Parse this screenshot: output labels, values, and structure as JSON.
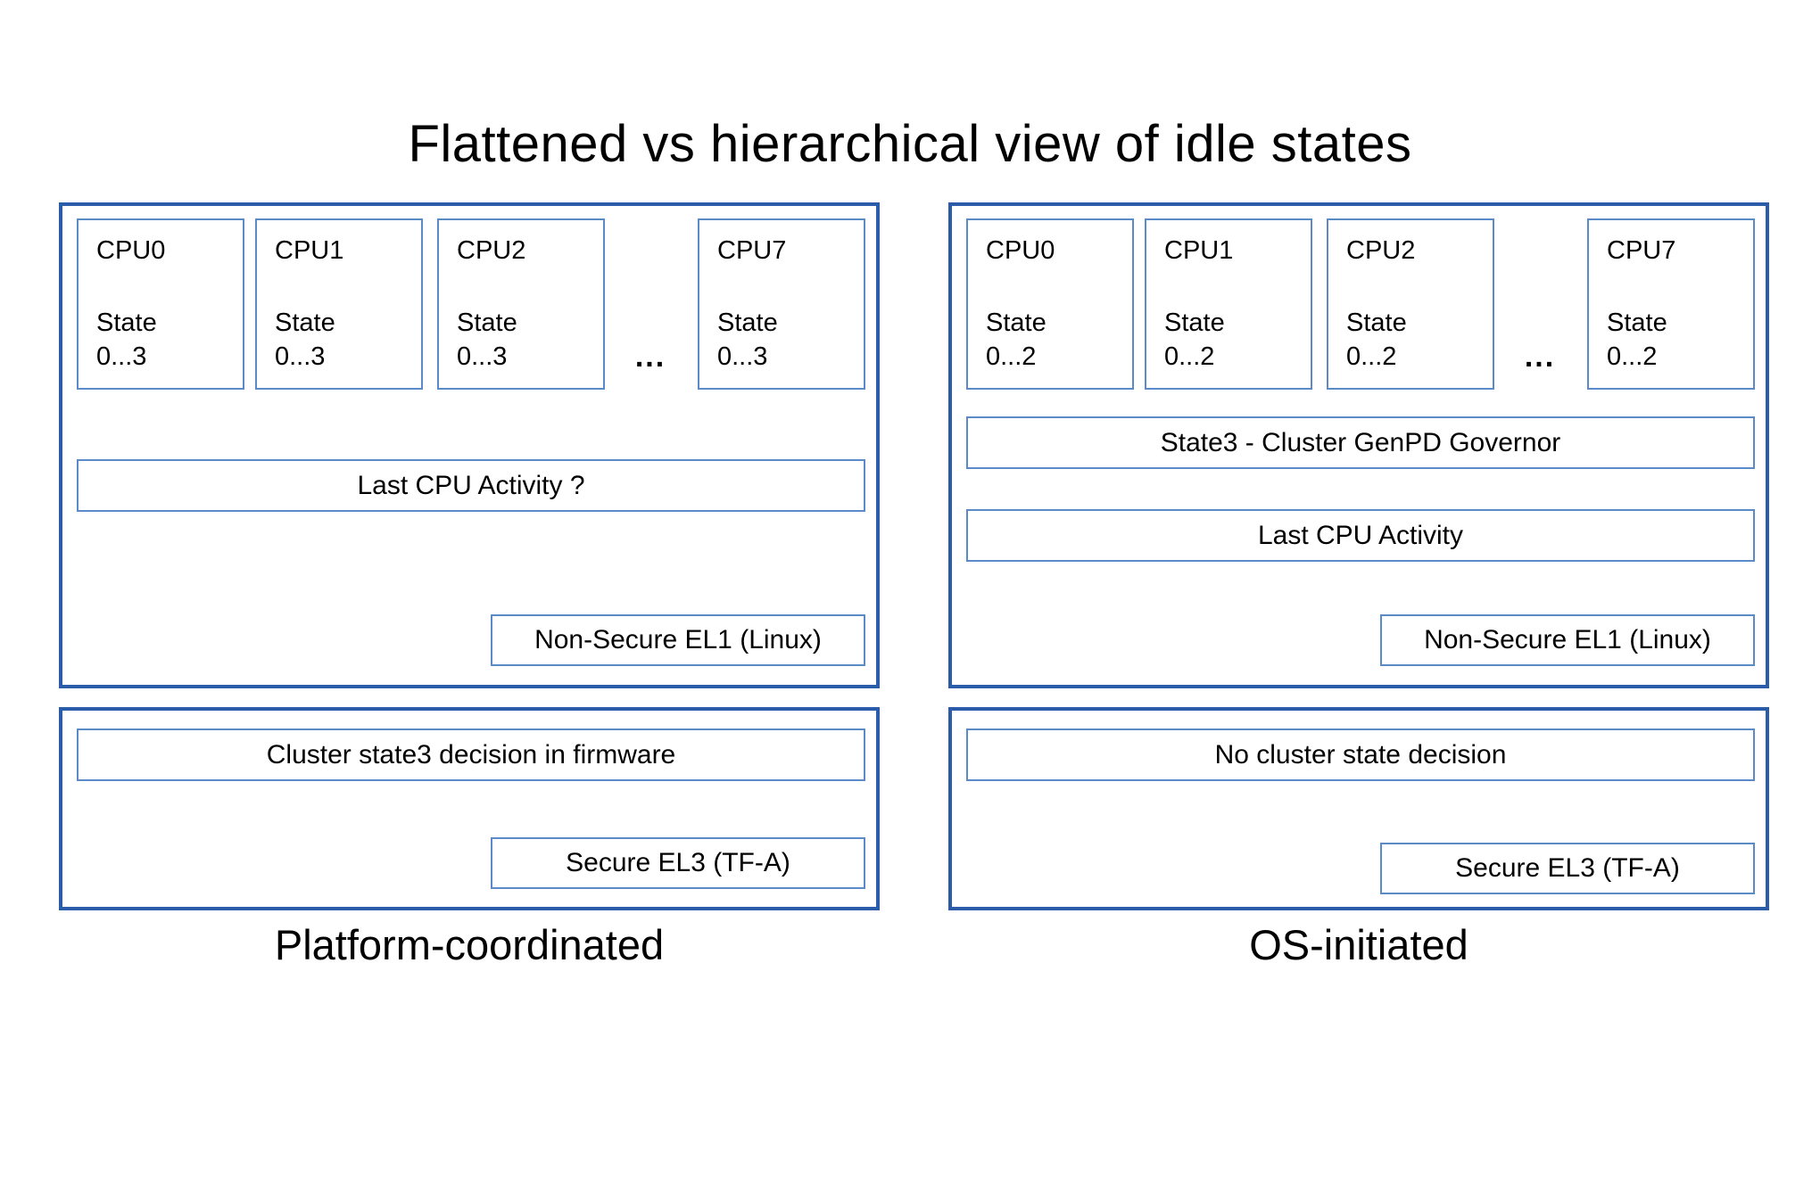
{
  "title": "Flattened vs hierarchical view of idle states",
  "ellipsis": "...",
  "panels": [
    {
      "label": "Platform-coordinated",
      "cpus": [
        {
          "name": "CPU0",
          "state": "State\n0...3"
        },
        {
          "name": "CPU1",
          "state": "State\n0...3"
        },
        {
          "name": "CPU2",
          "state": "State\n0...3"
        },
        {
          "name": "CPU7",
          "state": "State\n0...3"
        }
      ],
      "activity_row": "Last CPU Activity ?",
      "ns_el1": "Non-Secure EL1 (Linux)",
      "cluster_decision": "Cluster state3 decision in firmware",
      "secure_el3": "Secure EL3 (TF-A)"
    },
    {
      "label": "OS-initiated",
      "cpus": [
        {
          "name": "CPU0",
          "state": "State\n0...2"
        },
        {
          "name": "CPU1",
          "state": "State\n0...2"
        },
        {
          "name": "CPU2",
          "state": "State\n0...2"
        },
        {
          "name": "CPU7",
          "state": "State\n0...2"
        }
      ],
      "governor_row": "State3 - Cluster GenPD Governor",
      "activity_row": "Last CPU Activity",
      "ns_el1": "Non-Secure EL1 (Linux)",
      "cluster_decision": "No cluster state decision",
      "secure_el3": "Secure EL3 (TF-A)"
    }
  ],
  "colors": {
    "outer_border": "#2a5caa",
    "inner_border": "#5b8ac9",
    "text": "#000000",
    "background": "#ffffff"
  }
}
